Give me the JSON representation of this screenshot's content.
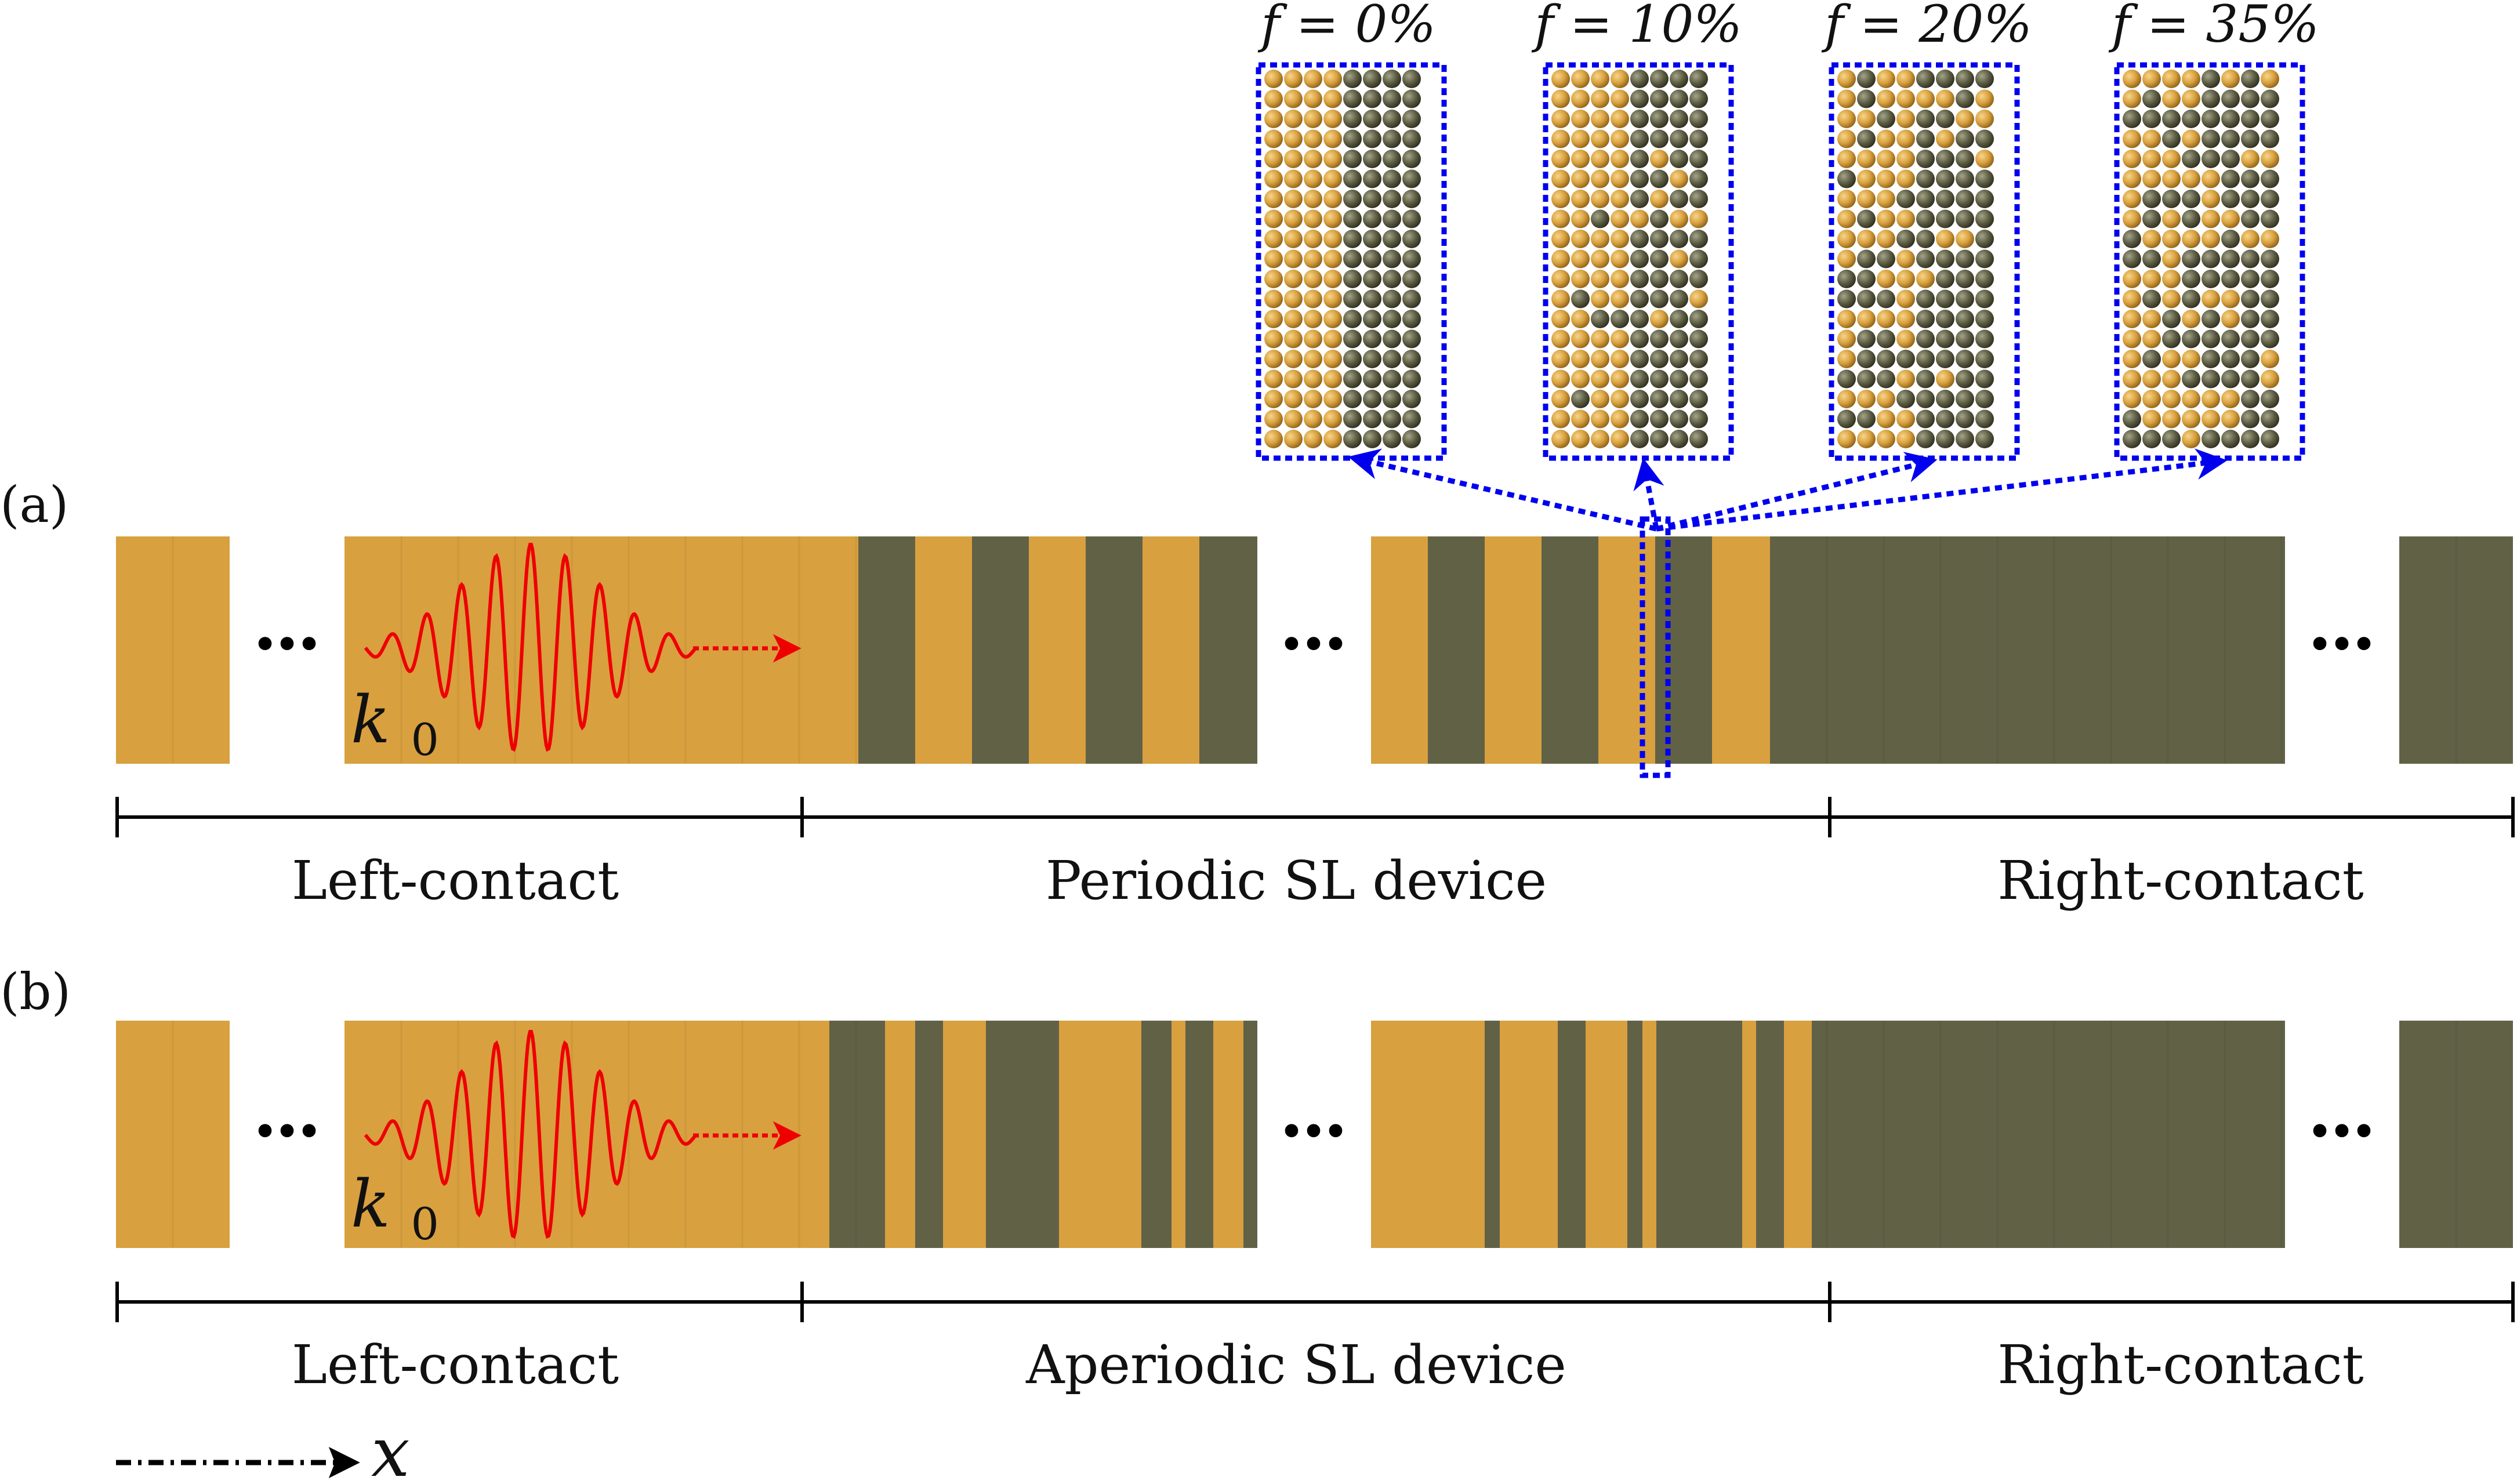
{
  "colors": {
    "material_a": "#D8A03F",
    "material_b": "#616146",
    "wave": "#EE0000",
    "inset_border": "#0000EE",
    "line": "#000000",
    "background": "#FFFFFF"
  },
  "panels": [
    {
      "label": "(a)",
      "wave_label_base": "k",
      "wave_label_sub": "0",
      "regions": [
        "Left-contact",
        "Periodic SL device",
        "Right-contact"
      ],
      "ellipsis": "•••",
      "dot_glyph": "•",
      "has_inset_selector": true
    },
    {
      "label": "(b)",
      "wave_label_base": "k",
      "wave_label_sub": "0",
      "regions": [
        "Left-contact",
        "Aperiodic SL device",
        "Right-contact"
      ],
      "ellipsis": "•••",
      "dot_glyph": "•",
      "has_inset_selector": false
    }
  ],
  "insets": [
    {
      "label": "f = 0%",
      "f_percent": 0
    },
    {
      "label": "f = 10%",
      "f_percent": 10
    },
    {
      "label": "f = 20%",
      "f_percent": 20
    },
    {
      "label": "f = 35%",
      "f_percent": 35
    }
  ],
  "axis": {
    "label": "x"
  },
  "icons": {
    "wave_packet": "wave-packet-icon",
    "propagation_arrow": "dotted-right-arrow-icon",
    "atom": "atom-sphere-icon",
    "axis_arrow": "dash-dot-arrow-icon"
  }
}
